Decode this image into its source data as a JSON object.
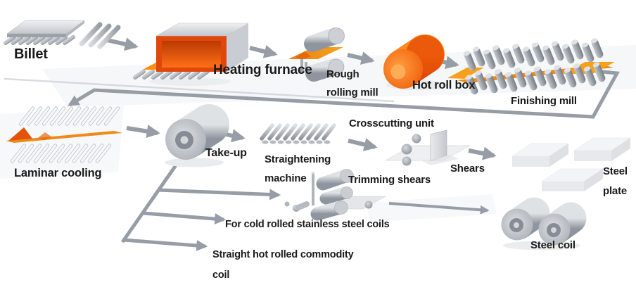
{
  "diagram": {
    "labels": {
      "billet": "Billet",
      "heating_furnace": "Heating furnace",
      "rough_rolling_mill": "Rough\nrolling mill",
      "hot_roll_box": "Hot roll box",
      "finishing_mill": "Finishing mill",
      "laminar_cooling": "Laminar cooling",
      "take_up": "Take-up",
      "straightening_machine": "Straightening\nmachine",
      "crosscutting_unit": "Crosscutting unit",
      "shears": "Shears",
      "steel_plate": "Steel\nplate",
      "trimming_shears": "Trimming shears",
      "branch_cold_rolled": "For cold rolled stainless steel coils",
      "branch_straight_hot": "Straight hot rolled commodity\ncoil",
      "steel_coil": "Steel coil"
    },
    "flow_order": [
      "Billet",
      "Heating furnace",
      "Rough rolling mill",
      "Hot roll box",
      "Finishing mill",
      "Laminar cooling",
      "Take-up",
      "Straightening machine",
      "Crosscutting unit",
      "Shears",
      "Steel plate"
    ],
    "branches": [
      "Trimming shears",
      "Steel coil",
      "For cold rolled stainless steel coils",
      "Straight hot rolled commodity coil"
    ],
    "colors": {
      "hot_metal_orange": "#f06a0a",
      "strip_orange": "#f59b1e",
      "machine_gray": "#b4b9c0",
      "connector_gray": "#9aa0a8",
      "text": "#1a1a1a",
      "background": "#ffffff"
    }
  }
}
